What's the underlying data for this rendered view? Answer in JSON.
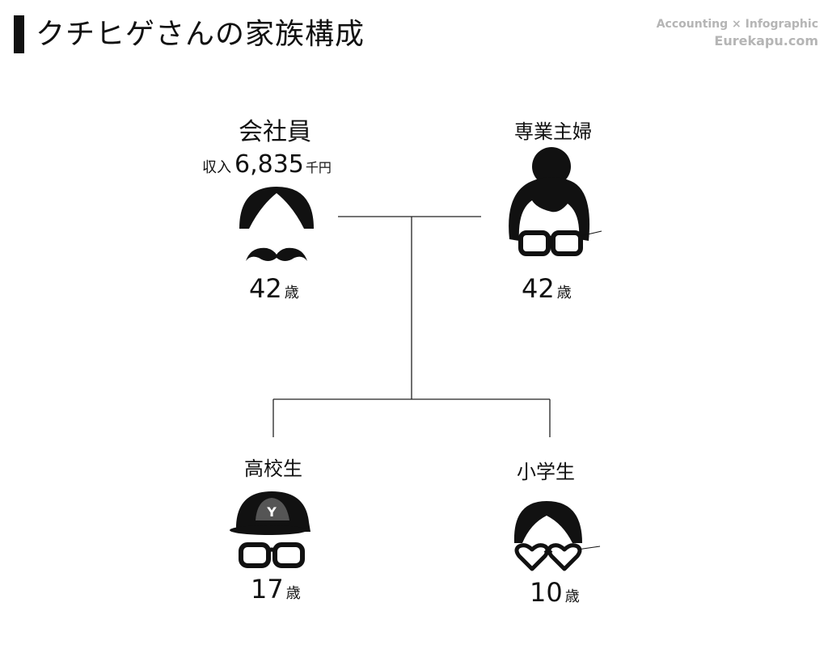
{
  "page": {
    "title": "クチヒゲさんの家族構成",
    "credit_line1": "Accounting × Infographic",
    "credit_line2": "Eurekapu.com"
  },
  "family": {
    "father": {
      "role": "会社員",
      "income_label": "収入",
      "income_value": "6,835",
      "income_unit": "千円",
      "age": "42",
      "age_unit": "歳",
      "icon": "mustache-face-icon"
    },
    "mother": {
      "role": "専業主婦",
      "age": "42",
      "age_unit": "歳",
      "icon": "bun-hair-glasses-icon"
    },
    "child1": {
      "role": "高校生",
      "cap_letter": "Y",
      "age": "17",
      "age_unit": "歳",
      "icon": "cap-glasses-icon"
    },
    "child2": {
      "role": "小学生",
      "age": "10",
      "age_unit": "歳",
      "icon": "heart-glasses-icon"
    }
  },
  "colors": {
    "ink": "#111111",
    "credit": "#b5b5b5",
    "cap_panel": "#555555"
  }
}
